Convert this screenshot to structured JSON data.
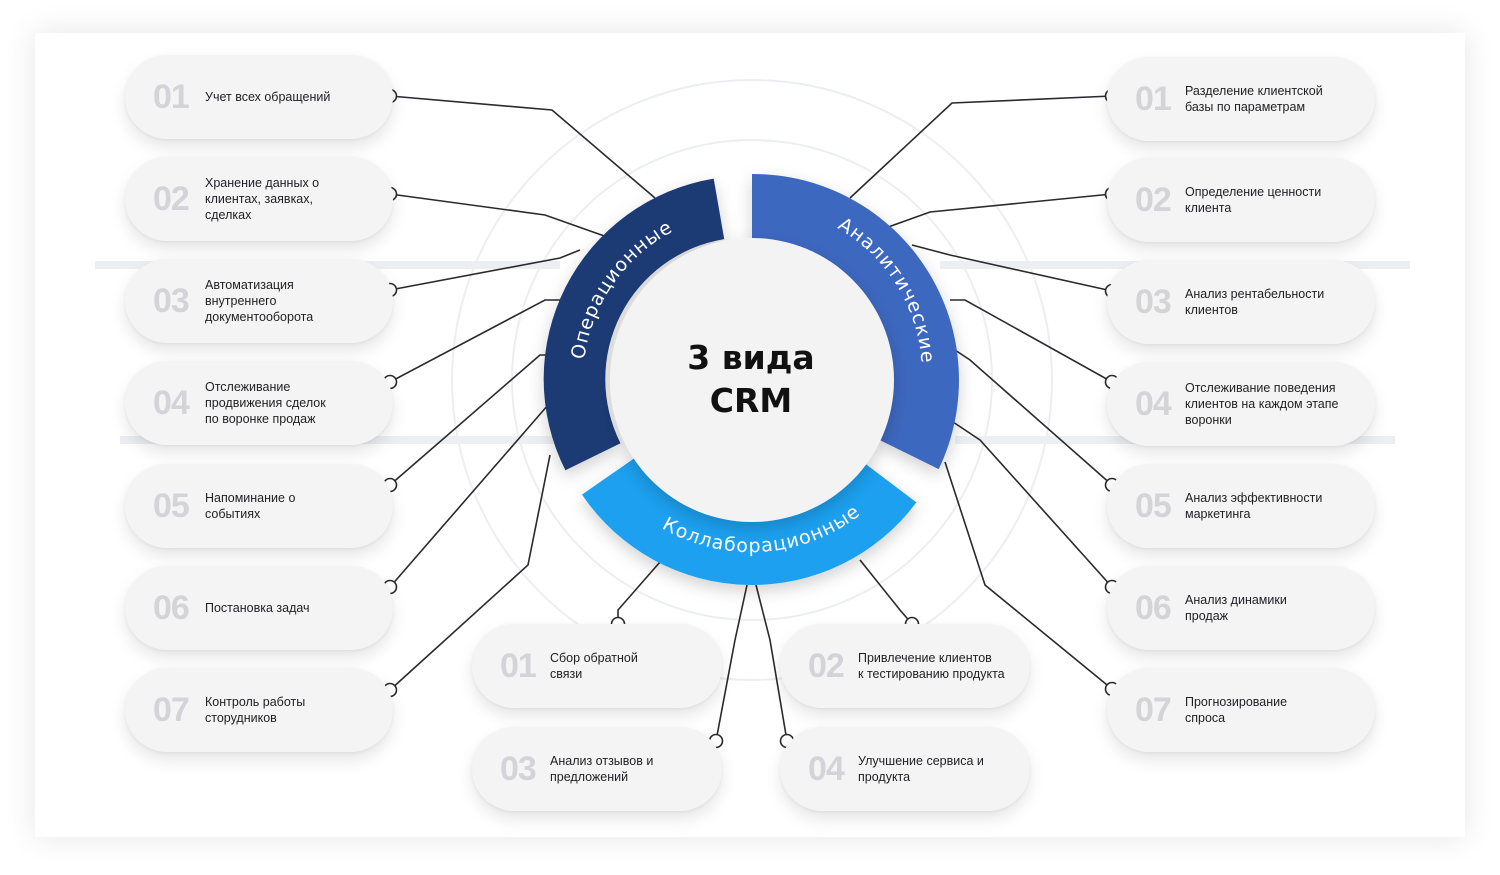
{
  "center": {
    "title": "3 вида\nCRM"
  },
  "segments": {
    "operational": "Операционные",
    "analytical": "Аналитические",
    "collaborative": "Коллаборационные"
  },
  "colors": {
    "operational": "#1f3b74",
    "analytical": "#3e68bf",
    "collaborative": "#1aa0ef",
    "pill_bg": "#f4f4f5",
    "number": "#d4d4d8"
  },
  "operational_items": [
    {
      "num": "01",
      "text": "Учет всех обращений"
    },
    {
      "num": "02",
      "text": "Хранение данных о\nклиентах, заявках,\nсделках"
    },
    {
      "num": "03",
      "text": "Автоматизация\nвнутреннего\nдокументооборота"
    },
    {
      "num": "04",
      "text": "Отслеживание\nпродвижения сделок\nпо воронке продаж"
    },
    {
      "num": "05",
      "text": "Напоминание о\nсобытиях"
    },
    {
      "num": "06",
      "text": "Постановка задач"
    },
    {
      "num": "07",
      "text": "Контроль работы\nсторудников"
    }
  ],
  "analytical_items": [
    {
      "num": "01",
      "text": "Разделение клиентской\nбазы по параметрам"
    },
    {
      "num": "02",
      "text": "Определение ценности\nклиента"
    },
    {
      "num": "03",
      "text": "Анализ рентабельности\nклиентов"
    },
    {
      "num": "04",
      "text": "Отслеживание поведения\nклиентов на каждом этапе\nворонки"
    },
    {
      "num": "05",
      "text": "Анализ эффективности\nмаркетинга"
    },
    {
      "num": "06",
      "text": "Анализ динамики\nпродаж"
    },
    {
      "num": "07",
      "text": "Прогнозирование\nспроса"
    }
  ],
  "collaborative_items": [
    {
      "num": "01",
      "text": "Сбор обратной\nсвязи"
    },
    {
      "num": "02",
      "text": "Привлечение клиентов\nк тестированию продукта"
    },
    {
      "num": "03",
      "text": "Анализ отзывов и\nпредложений"
    },
    {
      "num": "04",
      "text": "Улучшение сервиса и\nпродукта"
    }
  ]
}
